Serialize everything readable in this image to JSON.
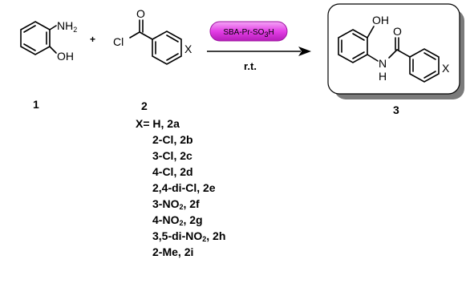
{
  "reactant1": {
    "substituent_top": "NH2",
    "substituent_bottom": "OH",
    "number": "1"
  },
  "plus_sign": "+",
  "reactant2": {
    "acyl_atom_O": "O",
    "acyl_atom_Cl": "Cl",
    "substituent": "X",
    "number": "2"
  },
  "reaction": {
    "catalyst": "SBA-Pr-SO3H",
    "condition": "r.t.",
    "catalyst_color": "#e33ee6"
  },
  "product": {
    "atom_OH": "OH",
    "atom_O": "O",
    "atom_N": "N",
    "atom_H": "H",
    "substituent": "X",
    "number": "3"
  },
  "variants": [
    {
      "prefix": "X= H, ",
      "code": "2a"
    },
    {
      "prefix": "2-Cl, ",
      "code": "2b"
    },
    {
      "prefix": "3-Cl, ",
      "code": "2c"
    },
    {
      "prefix": "4-Cl, ",
      "code": "2d"
    },
    {
      "prefix": "2,4-di-Cl, ",
      "code": "2e"
    },
    {
      "prefix": "3-NO2, ",
      "code": "2f"
    },
    {
      "prefix": "4-NO2, ",
      "code": "2g"
    },
    {
      "prefix": "3,5-di-NO2, ",
      "code": "2h"
    },
    {
      "prefix": "2-Me, ",
      "code": "2i"
    }
  ]
}
